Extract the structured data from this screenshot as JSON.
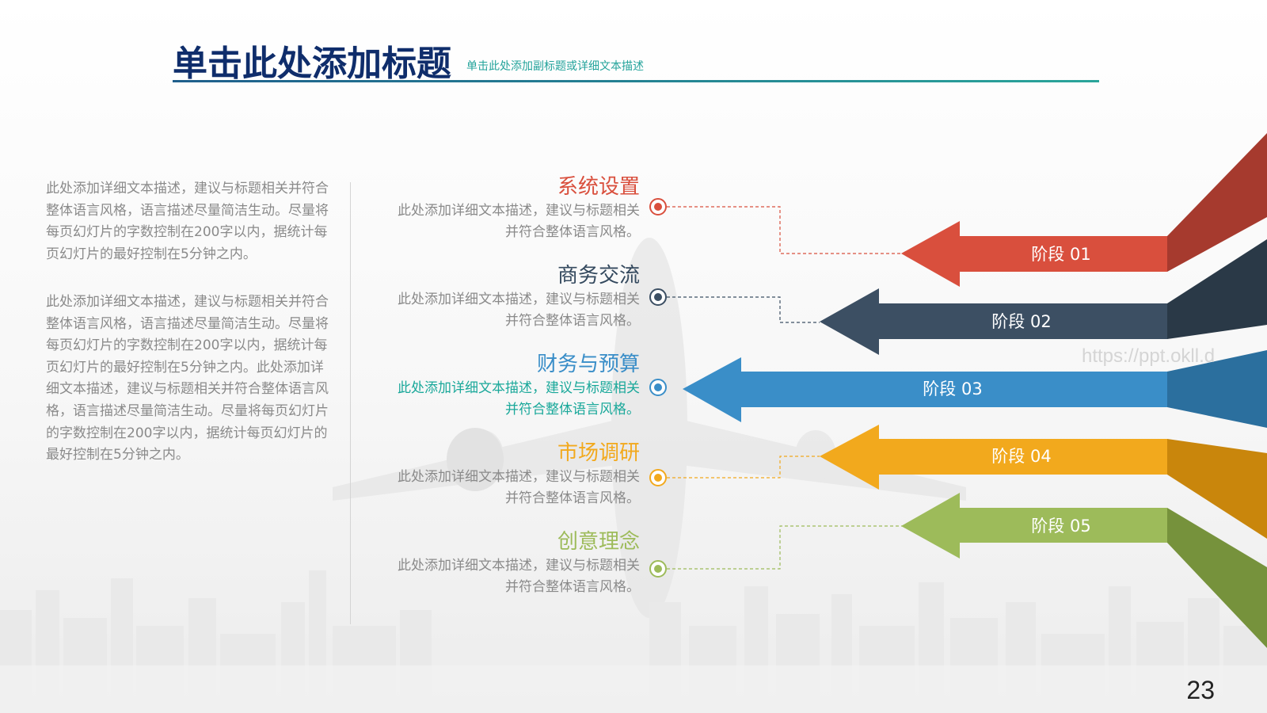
{
  "header": {
    "title": "单击此处添加标题",
    "subtitle": "单击此处添加副标题或详细文本描述"
  },
  "left_text": {
    "paragraph1": "此处添加详细文本描述，建议与标题相关并符合整体语言风格，语言描述尽量简洁生动。尽量将每页幻灯片的字数控制在200字以内，据统计每页幻灯片的最好控制在5分钟之内。",
    "paragraph2": "此处添加详细文本描述，建议与标题相关并符合整体语言风格，语言描述尽量简洁生动。尽量将每页幻灯片的字数控制在200字以内，据统计每页幻灯片的最好控制在5分钟之内。此处添加详细文本描述，建议与标题相关并符合整体语言风格，语言描述尽量简洁生动。尽量将每页幻灯片的字数控制在200字以内，据统计每页幻灯片的最好控制在5分钟之内。"
  },
  "items": [
    {
      "title": "系统设置",
      "desc_line1": "此处添加详细文本描述，建议与标题相关",
      "desc_line2": "并符合整体语言风格。",
      "color": "#d94f3d"
    },
    {
      "title": "商务交流",
      "desc_line1": "此处添加详细文本描述，建议与标题相关",
      "desc_line2": "并符合整体语言风格。",
      "color": "#34495e"
    },
    {
      "title": "财务与预算",
      "desc_line1": "此处添加详细文本描述，建议与标题相关",
      "desc_line2": "并符合整体语言风格。",
      "color": "#3a8ec8"
    },
    {
      "title": "市场调研",
      "desc_line1": "此处添加详细文本描述，建议与标题相关",
      "desc_line2": "并符合整体语言风格。",
      "color": "#f2a91d"
    },
    {
      "title": "创意理念",
      "desc_line1": "此处添加详细文本描述，建议与标题相关",
      "desc_line2": "并符合整体语言风格。",
      "color": "#9dbb5a"
    }
  ],
  "stages": [
    {
      "label": "阶段 01",
      "color": "#d94f3d",
      "dark": "#a63a2e"
    },
    {
      "label": "阶段 02",
      "color": "#3c4f63",
      "dark": "#2a3947"
    },
    {
      "label": "阶段 03",
      "color": "#3a8ec8",
      "dark": "#2b6f9e"
    },
    {
      "label": "阶段 04",
      "color": "#f2a91d",
      "dark": "#c9860c"
    },
    {
      "label": "阶段 05",
      "color": "#9dbb5a",
      "dark": "#76923c"
    }
  ],
  "watermark": "https://ppt.okll.d",
  "page_number": "23"
}
